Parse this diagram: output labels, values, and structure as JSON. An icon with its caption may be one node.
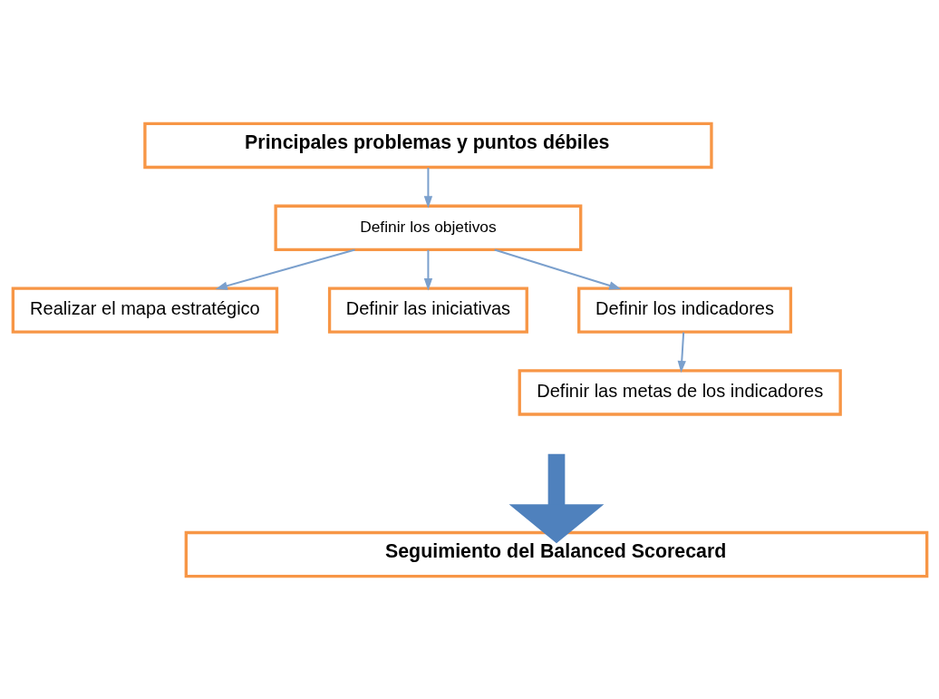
{
  "diagram": {
    "nodes": [
      {
        "text": [
          "Principales problemas y puntos débiles"
        ]
      },
      {
        "text": [
          "Definir los objetivos"
        ]
      },
      {
        "text": [
          "Realizar el mapa estratégico"
        ]
      },
      {
        "text": [
          "Definir las iniciativas"
        ]
      },
      {
        "text": [
          "Definir los indicadores"
        ]
      },
      {
        "text": [
          "Definir las metas de los indicadores"
        ]
      },
      {
        "text": [
          "Seguimiento del Balanced Scorecard"
        ]
      }
    ],
    "edges": [
      {
        "from": 0,
        "to": 1,
        "arrow": "to"
      },
      {
        "from": 1,
        "to": 2,
        "arrow": "to"
      },
      {
        "from": 1,
        "to": 3,
        "arrow": "to"
      },
      {
        "from": 1,
        "to": 4,
        "arrow": "to"
      },
      {
        "from": 4,
        "to": 5,
        "arrow": "to"
      },
      {
        "from": null,
        "to": 6,
        "arrow": "to",
        "style": "thick",
        "color": "#4f81bd"
      }
    ]
  }
}
